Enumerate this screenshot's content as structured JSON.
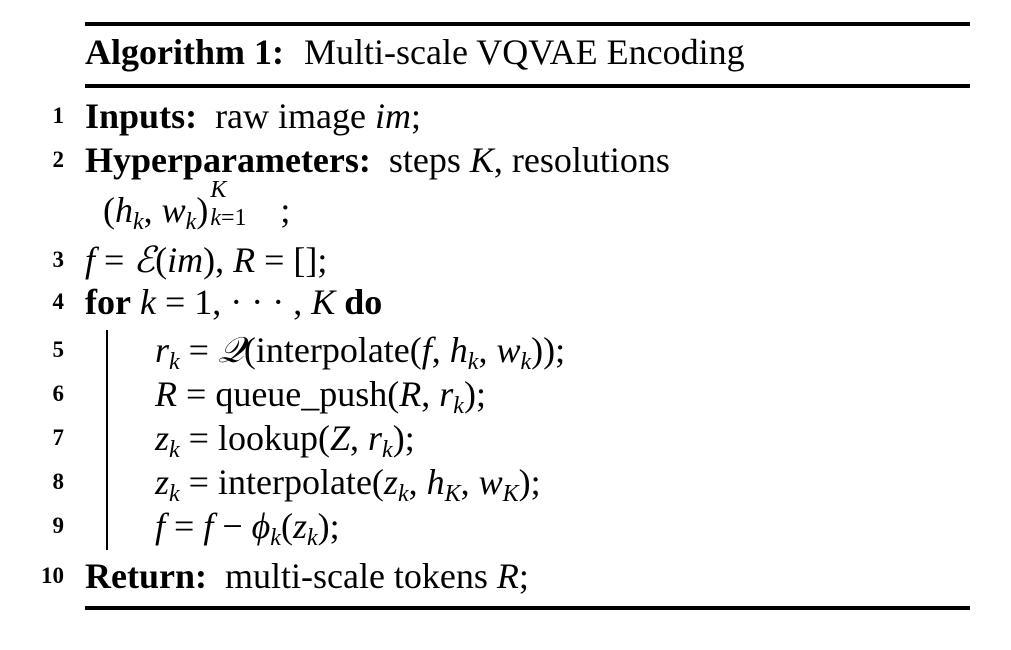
{
  "algorithm": {
    "label": "Algorithm 1:",
    "title": "Multi-scale VQVAE Encoding"
  },
  "lines": [
    {
      "num": "1",
      "keyword": "Inputs:",
      "text": "raw image",
      "var": "im",
      "tail": ";"
    },
    {
      "num": "2",
      "keyword": "Hyperparameters:",
      "text": "steps",
      "var": "K",
      "tail": ", resolutions"
    },
    {
      "num": "3"
    },
    {
      "num": "4",
      "keyword_for": "for",
      "keyword_do": "do"
    },
    {
      "num": "5",
      "fn": "interpolate"
    },
    {
      "num": "6",
      "fn": "queue_push"
    },
    {
      "num": "7",
      "fn": "lookup"
    },
    {
      "num": "8",
      "fn": "interpolate"
    },
    {
      "num": "9"
    },
    {
      "num": "10",
      "keyword": "Return:",
      "text": "multi-scale tokens",
      "var": "R",
      "tail": ";"
    }
  ]
}
